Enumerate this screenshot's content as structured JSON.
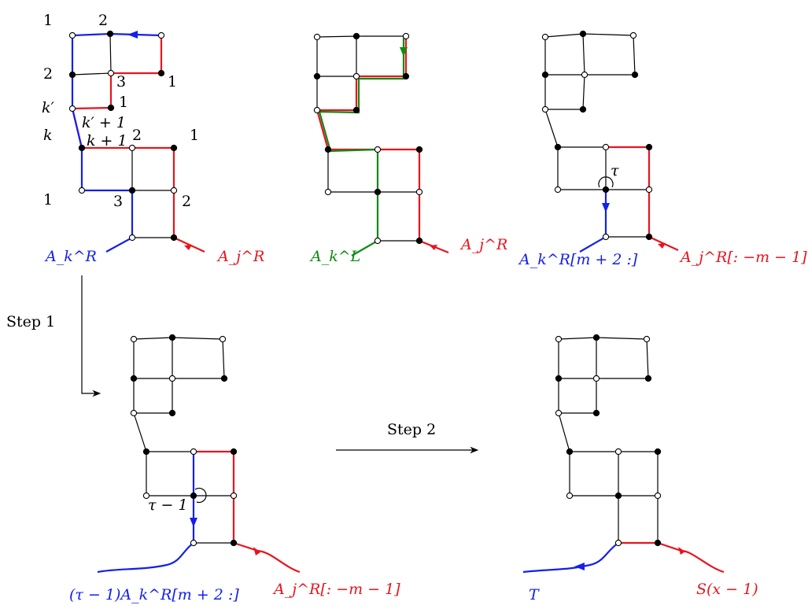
{
  "panel1": {
    "row_labels": [
      "1",
      "2",
      "k′",
      "k",
      "1"
    ],
    "node_labels": [
      "2",
      "3",
      "1",
      "1",
      "2",
      "1",
      "3",
      "2"
    ],
    "step_labels": [
      "k′ + 1",
      "k + 1"
    ],
    "left_path": "A_k^R",
    "right_path": "A_j^R"
  },
  "panel2": {
    "left_path": "A_k^L",
    "right_path": "A_j^R"
  },
  "panel3": {
    "angle": "τ",
    "left_path": "A_k^R[m + 2 :]",
    "right_path": "A_j^R[: −m − 1]"
  },
  "panel4": {
    "angle": "τ − 1",
    "left_path": "(τ − 1)A_k^R[m + 2 :]",
    "right_path": "A_j^R[: −m − 1]"
  },
  "panel5": {
    "left_path": "T",
    "right_path": "S(x − 1)"
  },
  "steps": {
    "step1": "Step 1",
    "step2": "Step 2"
  },
  "colors": {
    "red": "#e8141e",
    "blue": "#1420ec",
    "green": "#0f8a14"
  }
}
